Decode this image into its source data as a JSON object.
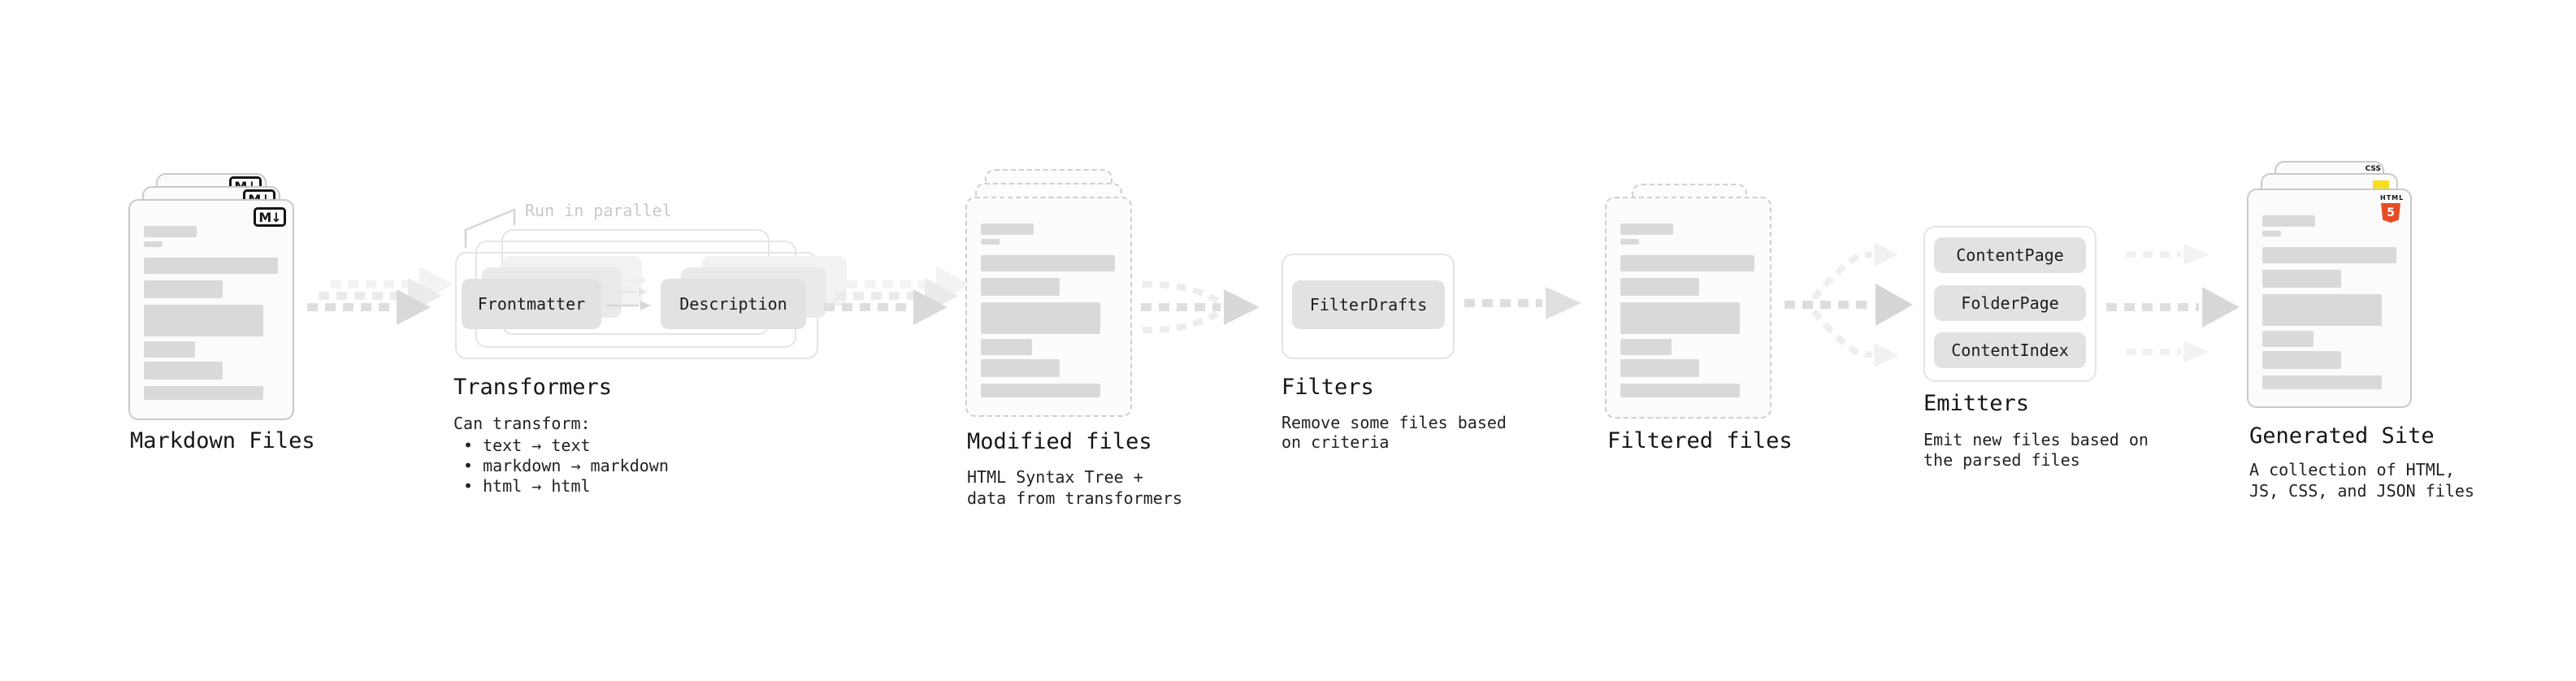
{
  "diagram": {
    "stage_markdown": {
      "label": "Markdown Files",
      "badge": "M↓"
    },
    "stage_transformers": {
      "label": "Transformers",
      "annotation": "Run in parallel",
      "box_frontmatter": "Frontmatter",
      "box_description": "Description",
      "desc": "Can transform:",
      "bullets": [
        "• text → text",
        "• markdown → markdown",
        "• html → html"
      ]
    },
    "stage_modified": {
      "label": "Modified files",
      "desc_line1": "HTML Syntax Tree +",
      "desc_line2": "data from transformers"
    },
    "stage_filters": {
      "label": "Filters",
      "box_filterdrafts": "FilterDrafts",
      "desc_line1": "Remove some files based",
      "desc_line2": "on criteria"
    },
    "stage_filtered": {
      "label": "Filtered files"
    },
    "stage_emitters": {
      "label": "Emitters",
      "box_contentpage": "ContentPage",
      "box_folderpage": "FolderPage",
      "box_contentindex": "ContentIndex",
      "desc_line1": "Emit new files based on",
      "desc_line2": "the parsed files"
    },
    "stage_generated": {
      "label": "Generated Site",
      "desc_line1": "A collection of HTML,",
      "desc_line2": "JS, CSS, and JSON files",
      "badge_css": "CSS",
      "badge_html_text": "HTML",
      "badge_html_number": "5"
    }
  },
  "colors": {
    "html_orange": "#e44d26",
    "js_yellow": "#f7df1e",
    "css_blue": "#2965f1",
    "doc_bar_gray": "#d9d9d9",
    "box_gray": "#e2e2e2",
    "arrow_gray": "#d9d9d9",
    "annotation_gray": "#c9c9c9"
  }
}
